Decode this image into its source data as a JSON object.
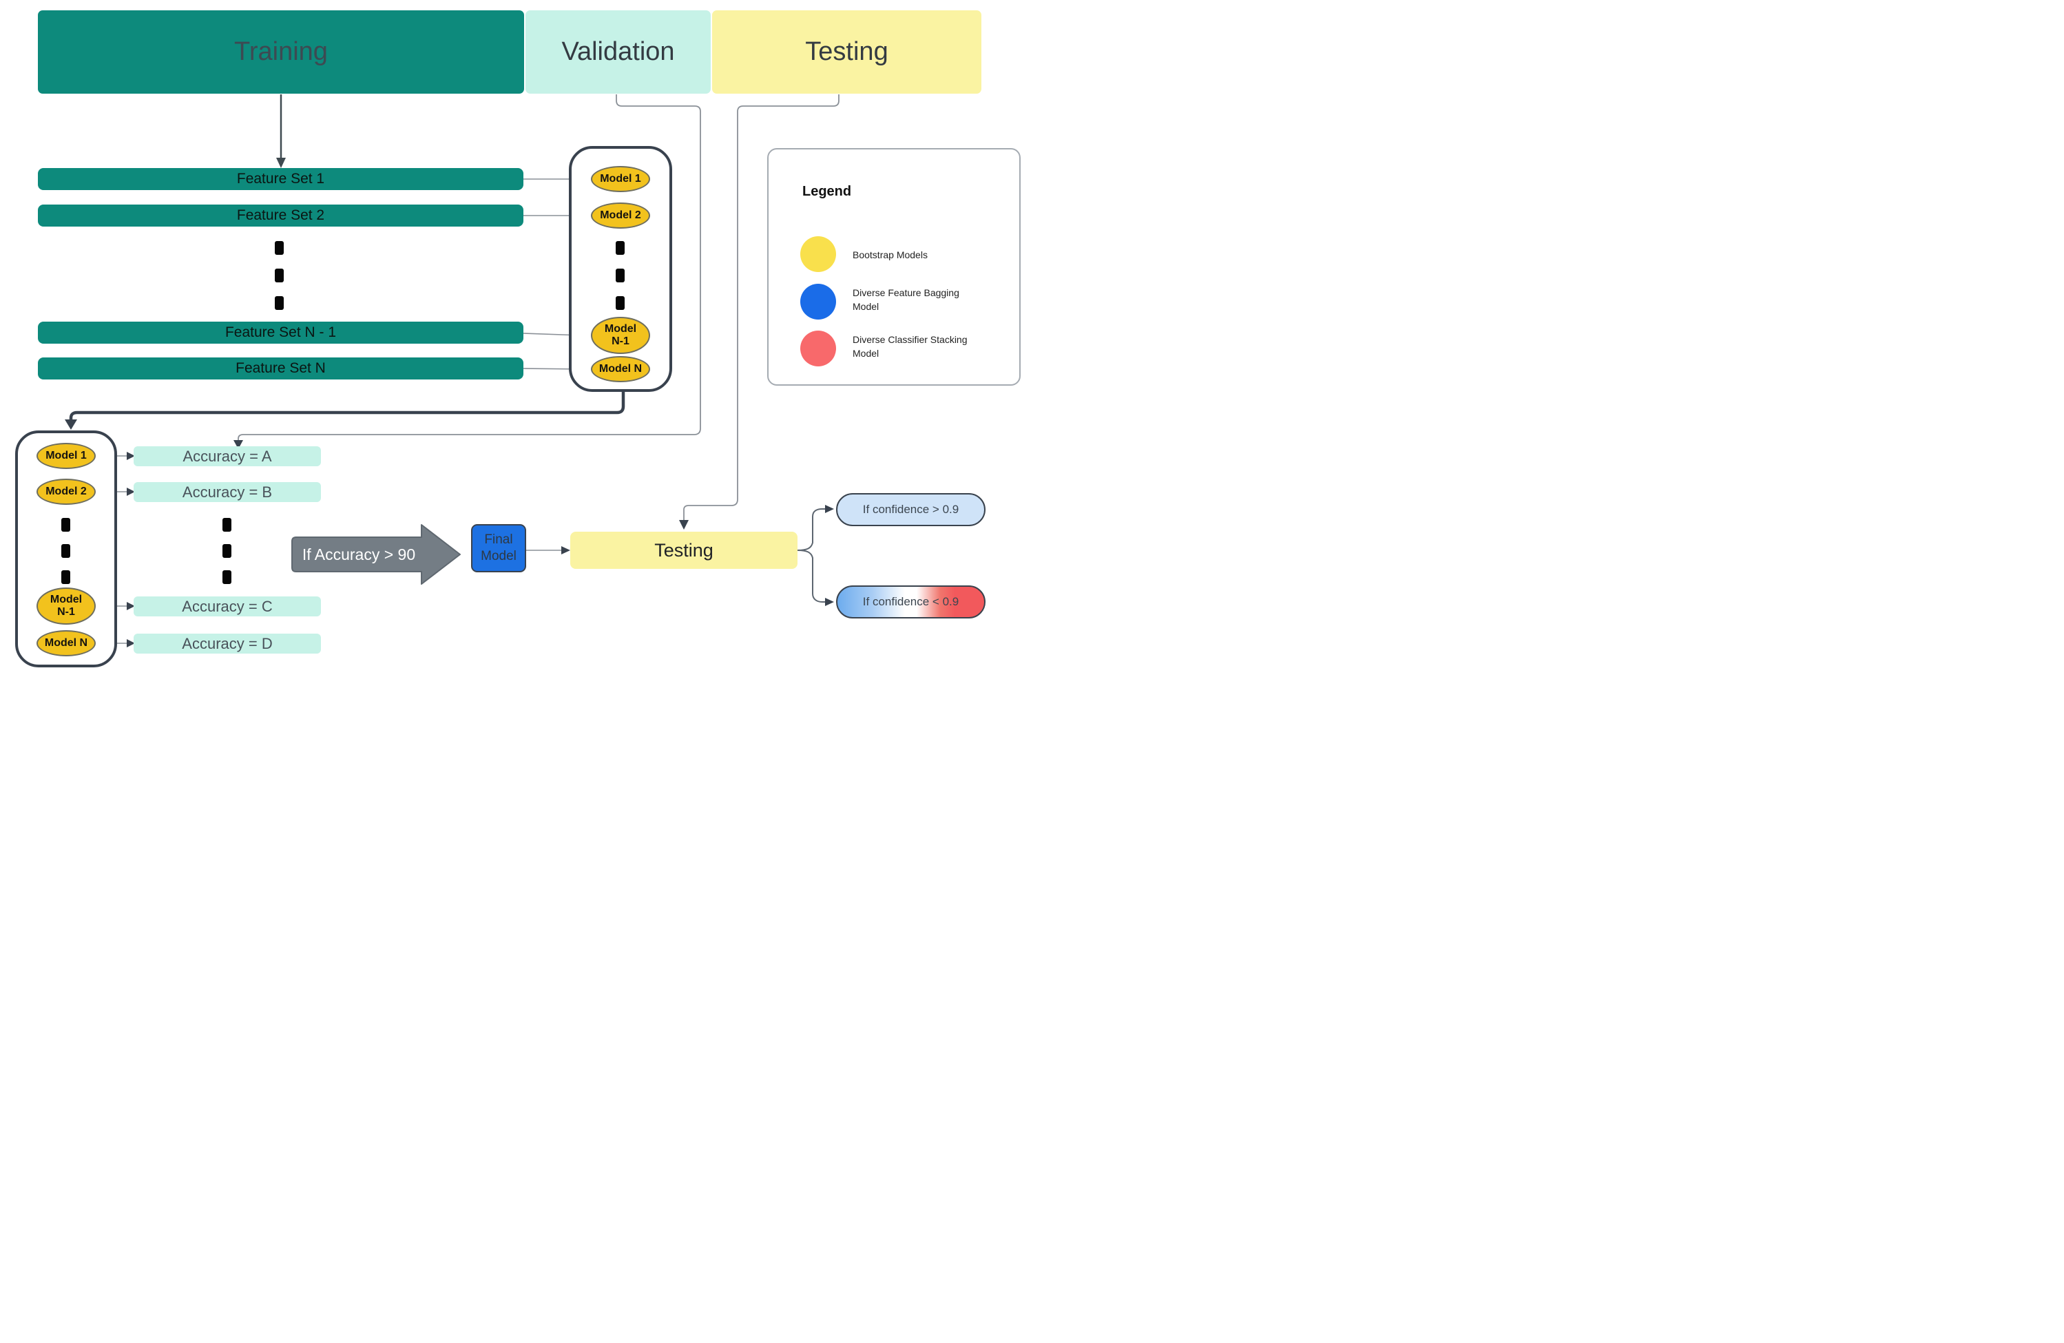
{
  "stage_headers": {
    "training": "Training",
    "validation": "Validation",
    "testing": "Testing"
  },
  "feature_sets": {
    "set1": "Feature Set 1",
    "set2": "Feature Set 2",
    "setN1": "Feature Set N - 1",
    "setN": "Feature Set N"
  },
  "training_models": {
    "m1": "Model 1",
    "m2": "Model 2",
    "mN1": "Model N-1",
    "mN": "Model N"
  },
  "validation_models": {
    "m1": "Model 1",
    "m2": "Model 2",
    "mN1": "Model N-1",
    "mN": "Model N"
  },
  "accuracy_boxes": {
    "a": "Accuracy = A",
    "b": "Accuracy = B",
    "c": "Accuracy = C",
    "d": "Accuracy = D"
  },
  "decision_arrow": {
    "label": "If Accuracy > 90"
  },
  "final_model": {
    "label": "Final Model"
  },
  "testing_box": {
    "label": "Testing"
  },
  "confidence": {
    "high": "If confidence > 0.9",
    "low": "If confidence < 0.9"
  },
  "legend": {
    "title": "Legend",
    "items": [
      {
        "label": "Bootstrap Models",
        "color": "#f9e04c"
      },
      {
        "label": "Diverse Feature Bagging Model",
        "color": "#1a6ce8"
      },
      {
        "label": "Diverse Classifier Stacking Model",
        "color": "#f8696b"
      }
    ]
  },
  "colors": {
    "stage_teal": "#0d8a7c",
    "mint": "#c6f2e7",
    "stage_yellow": "#faf3a2",
    "model_oval_yellow": "#f2c21d",
    "final_model_blue": "#1d71e2",
    "confidence_blue": "#cfe3f8",
    "gradient_blue": "#6dacee",
    "gradient_red": "#f2595c",
    "block_arrow_gray": "#747d85",
    "dark_line": "#39424e",
    "light_line": "#8a9097"
  }
}
